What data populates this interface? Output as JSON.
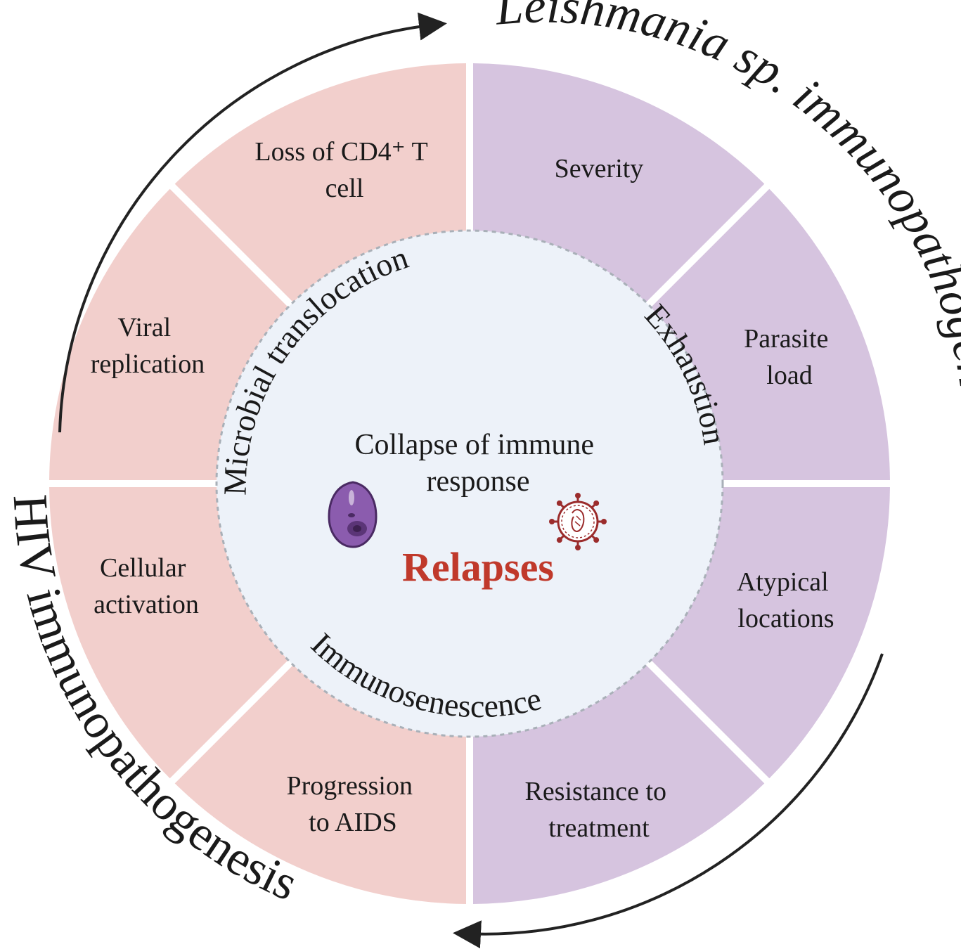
{
  "colors": {
    "hiv_segment": "#f2cfcc",
    "leish_segment": "#d6c4df",
    "center_fill": "#edf2f9",
    "relapse": "#c0392b",
    "parasite": "#8b5cae",
    "virus": "#9b2c2c"
  },
  "outer_labels": {
    "leishmania": "Leishmania sp. immunopathogenesis",
    "hiv": "HIV immunopathogenesis"
  },
  "inner_labels": {
    "microbial": "Microbial translocation",
    "exhaustion": "Exhaustion",
    "immunosenescence": "Immunosenescence"
  },
  "segments": {
    "loss_cd4": [
      "Loss of CD4⁺ T",
      "cell"
    ],
    "viral_replication": [
      "Viral",
      "replication"
    ],
    "cellular_activation": [
      "Cellular",
      "activation"
    ],
    "progression_aids": [
      "Progression",
      "to AIDS"
    ],
    "severity": [
      "Severity"
    ],
    "parasite_load": [
      "Parasite",
      "load"
    ],
    "atypical_locations": [
      "Atypical",
      "locations"
    ],
    "resistance_treatment": [
      "Resistance to",
      "treatment"
    ]
  },
  "center": {
    "line1": "Collapse of immune",
    "line2": "response",
    "relapses": "Relapses"
  },
  "icons": {
    "parasite": "leishmania-parasite-icon",
    "virus": "hiv-virus-icon"
  }
}
